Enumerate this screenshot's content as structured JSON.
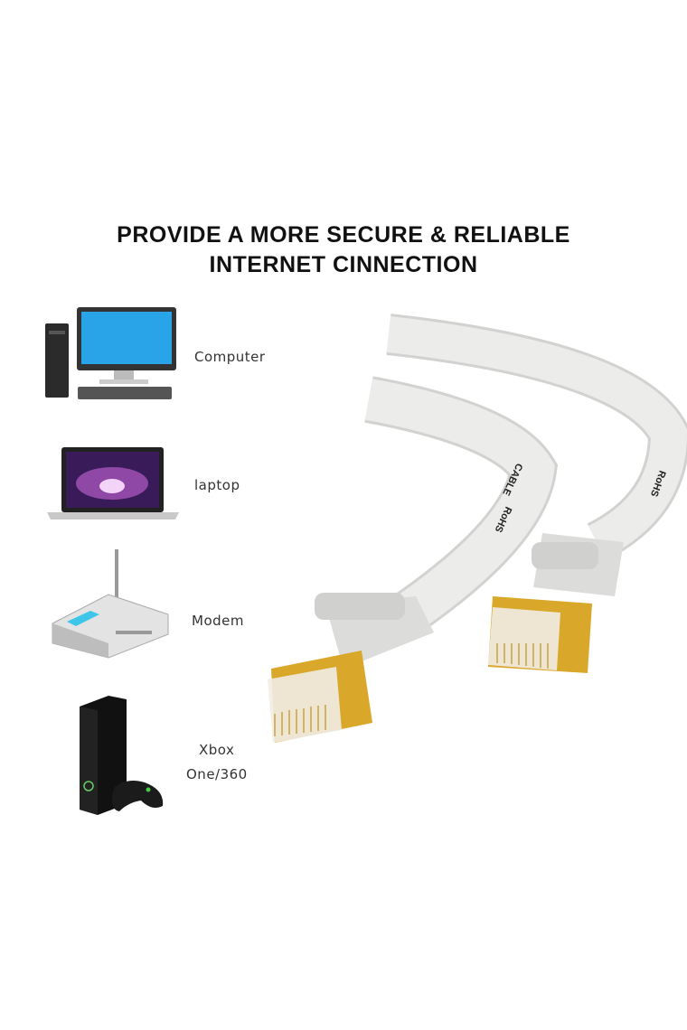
{
  "headline": {
    "line1": "PROVIDE A MORE SECURE & RELIABLE",
    "line2": "INTERNET CINNECTION"
  },
  "devices": [
    {
      "label": "Computer",
      "icon": "desktop-computer-icon"
    },
    {
      "label": "laptop",
      "icon": "laptop-icon"
    },
    {
      "label": "Modem",
      "icon": "modem-router-icon"
    },
    {
      "label_line1": "Xbox",
      "label_line2": "One/360",
      "icon": "game-console-icon"
    }
  ],
  "cable": {
    "print_text_1": "CABLE",
    "print_text_2": "RoHS",
    "print_text_3": "RoHS",
    "colors": {
      "jacket": "#e6e6e4",
      "connector_gold": "#d9a72a",
      "clip": "#d8d8d6"
    }
  }
}
